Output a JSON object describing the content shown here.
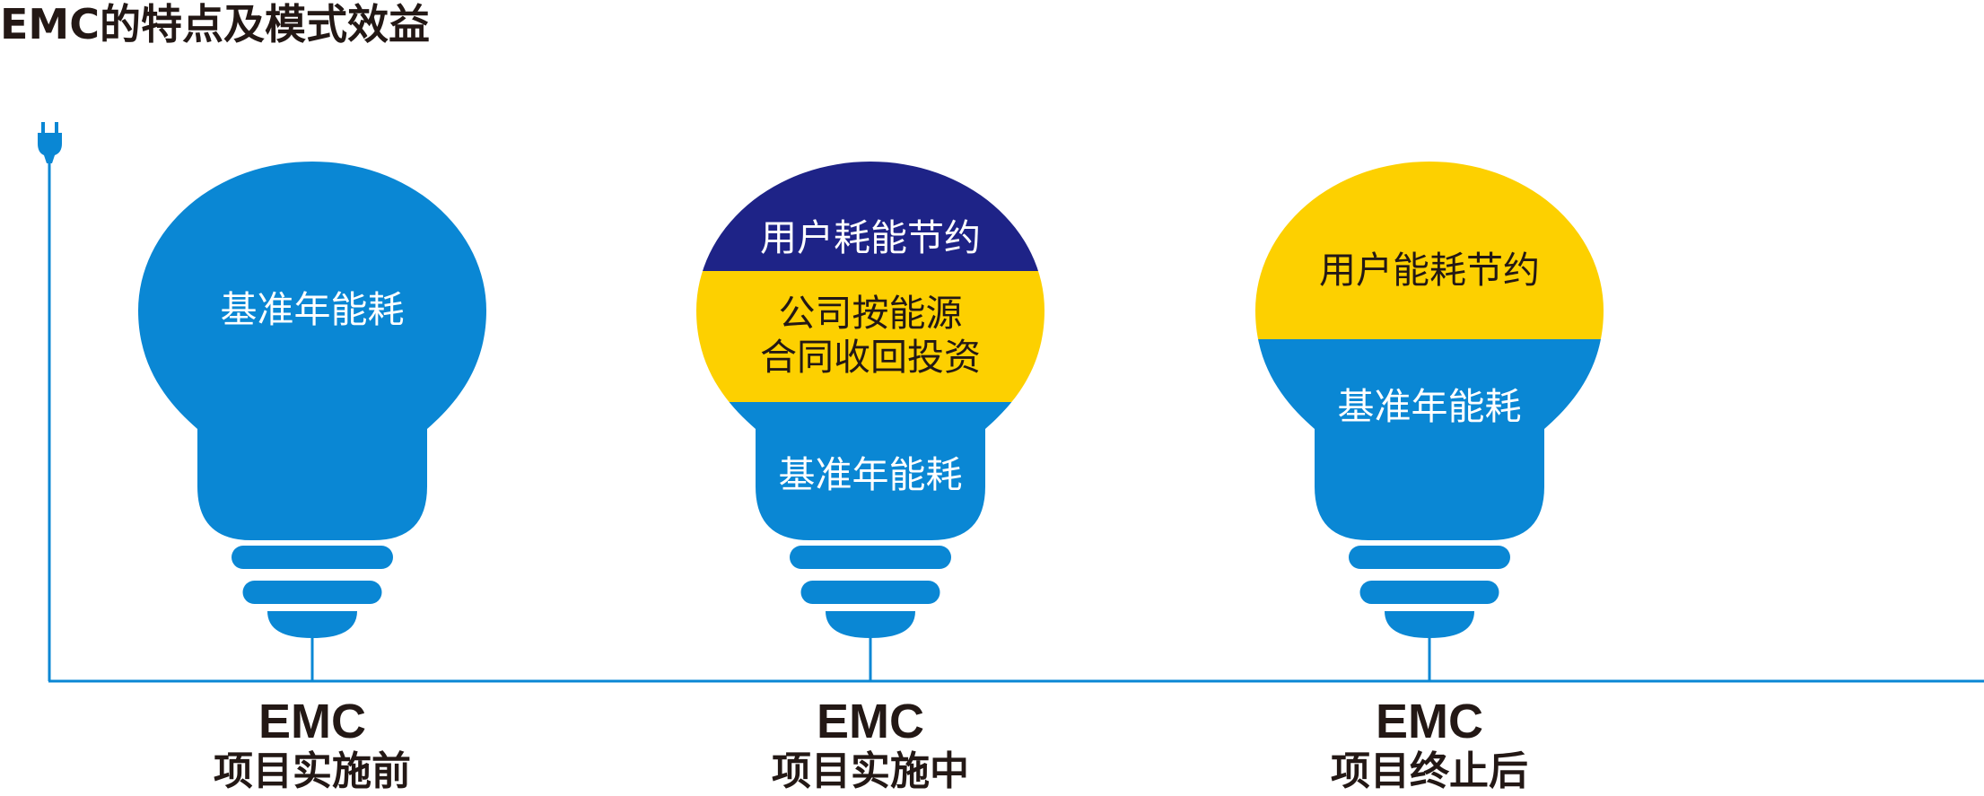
{
  "title": "EMC的特点及模式效益",
  "colors": {
    "blue": "#0a87d4",
    "navy": "#1e2387",
    "yellow": "#fdd000",
    "text_dark": "#231815",
    "text_light": "#ffffff"
  },
  "bulbs": [
    {
      "segments": [
        {
          "label": "基准年能耗",
          "color": "blue"
        }
      ],
      "stage": {
        "line1": "EMC",
        "line2": "项目实施前"
      }
    },
    {
      "segments": [
        {
          "label": "用户耗能节约",
          "color": "navy"
        },
        {
          "label": "公司按能源\n合同收回投资",
          "color": "yellow"
        },
        {
          "label": "基准年能耗",
          "color": "blue"
        }
      ],
      "stage": {
        "line1": "EMC",
        "line2": "项目实施中"
      }
    },
    {
      "segments": [
        {
          "label": "用户能耗节约",
          "color": "yellow"
        },
        {
          "label": "基准年能耗",
          "color": "blue"
        }
      ],
      "stage": {
        "line1": "EMC",
        "line2": "项目终止后"
      }
    }
  ],
  "icons": {
    "plug": "power-plug-icon"
  }
}
